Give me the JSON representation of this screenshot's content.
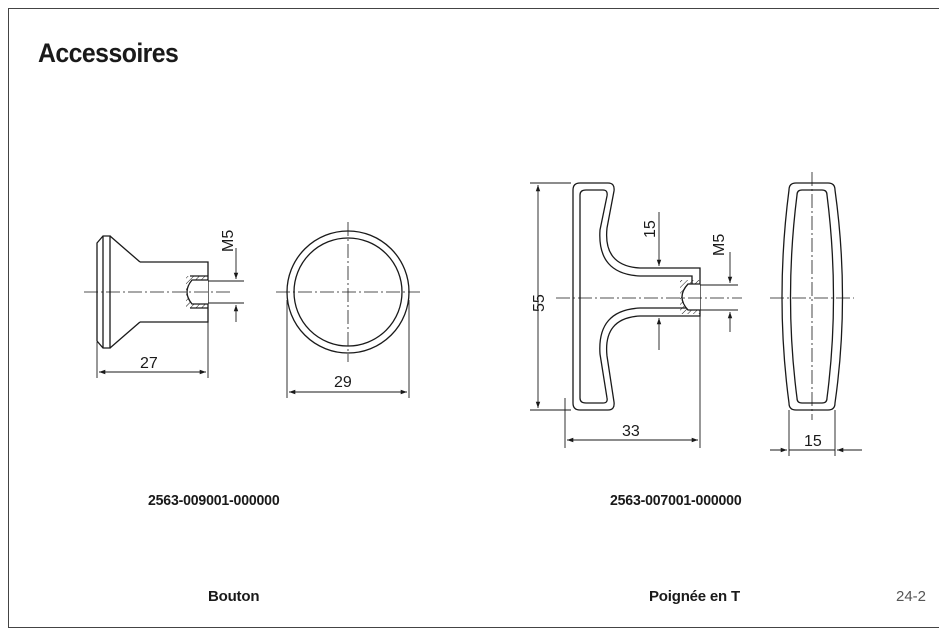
{
  "document": {
    "title": "Accessoires",
    "page_number": "24-2"
  },
  "items": [
    {
      "part_number": "2563-009001-000000",
      "caption": "Bouton",
      "dimensions": {
        "length": "27",
        "diameter": "29",
        "thread": "M5"
      }
    },
    {
      "part_number": "2563-007001-000000",
      "caption": "Poignée en T",
      "dimensions": {
        "height": "55",
        "length": "33",
        "shank": "15",
        "thread": "M5",
        "width": "15"
      }
    }
  ],
  "colors": {
    "line": "#1a1a1a",
    "frame": "#444444",
    "page_number": "#555555"
  }
}
